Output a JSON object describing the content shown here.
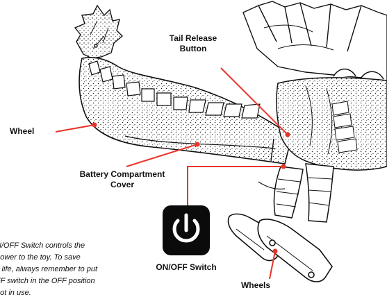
{
  "labels": {
    "tail_release_line1": "Tail Release",
    "tail_release_line2": "Button",
    "wheel": "Wheel",
    "battery_line1": "Battery Compartment",
    "battery_line2": "Cover",
    "onoff_switch": "ON/OFF Switch",
    "wheels": "Wheels"
  },
  "note_lines": [
    "N/OFF Switch controls the",
    "power to the toy. To save",
    "y life, always remember to put",
    "FF switch in the OFF position",
    "not in use."
  ],
  "colors": {
    "callout": "#e8332a",
    "ink": "#111111",
    "power_tile": "#0b0b0b"
  },
  "icons": {
    "power": "power-icon"
  }
}
